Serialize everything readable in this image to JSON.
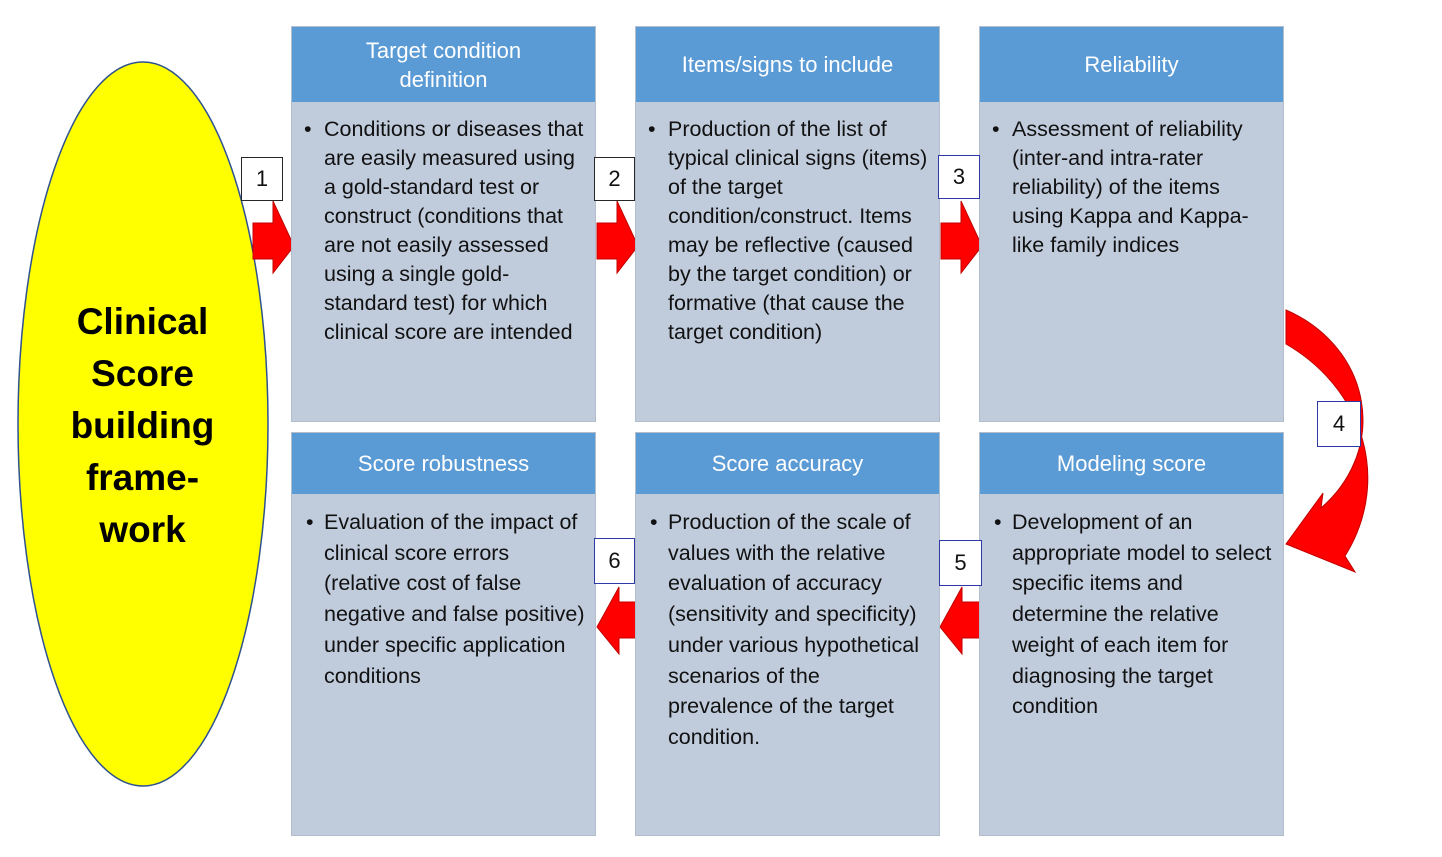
{
  "colors": {
    "header_blue": "#5b9bd5",
    "box_body": "#c0cbdc",
    "arrow_red": "#ff0000",
    "ellipse_yellow": "#ffff00"
  },
  "framework": {
    "label_lines": [
      "Clinical",
      "Score",
      "building",
      "frame-",
      "work"
    ]
  },
  "steps": [
    {
      "number": "1",
      "title_lines": [
        "Target condition",
        "definition"
      ],
      "bullet": "Conditions or diseases that are easily measured using a gold-standard test or construct (conditions that are not easily assessed using a single gold-standard test) for which clinical score are intended"
    },
    {
      "number": "2",
      "title_lines": [
        "Items/signs to include"
      ],
      "bullet": "Production of the list of typical clinical signs (items) of the target condition/construct. Items may be reflective (caused by the target condition) or formative (that cause the target condition)"
    },
    {
      "number": "3",
      "title_lines": [
        "Reliability"
      ],
      "bullet": "Assessment of reliability (inter-and intra-rater reliability) of the items using Kappa and Kappa-like family indices"
    },
    {
      "number": "4",
      "title_lines": [
        "Modeling score"
      ],
      "bullet": "Development of an appropriate model to select specific items and determine the relative weight of each item for diagnosing the target condition"
    },
    {
      "number": "5",
      "title_lines": [
        "Score accuracy"
      ],
      "bullet": "Production of the scale of values with the relative evaluation of accuracy (sensitivity and specificity) under various hypothetical scenarios of the prevalence of the target condition."
    },
    {
      "number": "6",
      "title_lines": [
        "Score robustness"
      ],
      "bullet": "Evaluation of the impact of clinical score errors (relative cost of false negative and false positive) under specific application conditions"
    }
  ]
}
